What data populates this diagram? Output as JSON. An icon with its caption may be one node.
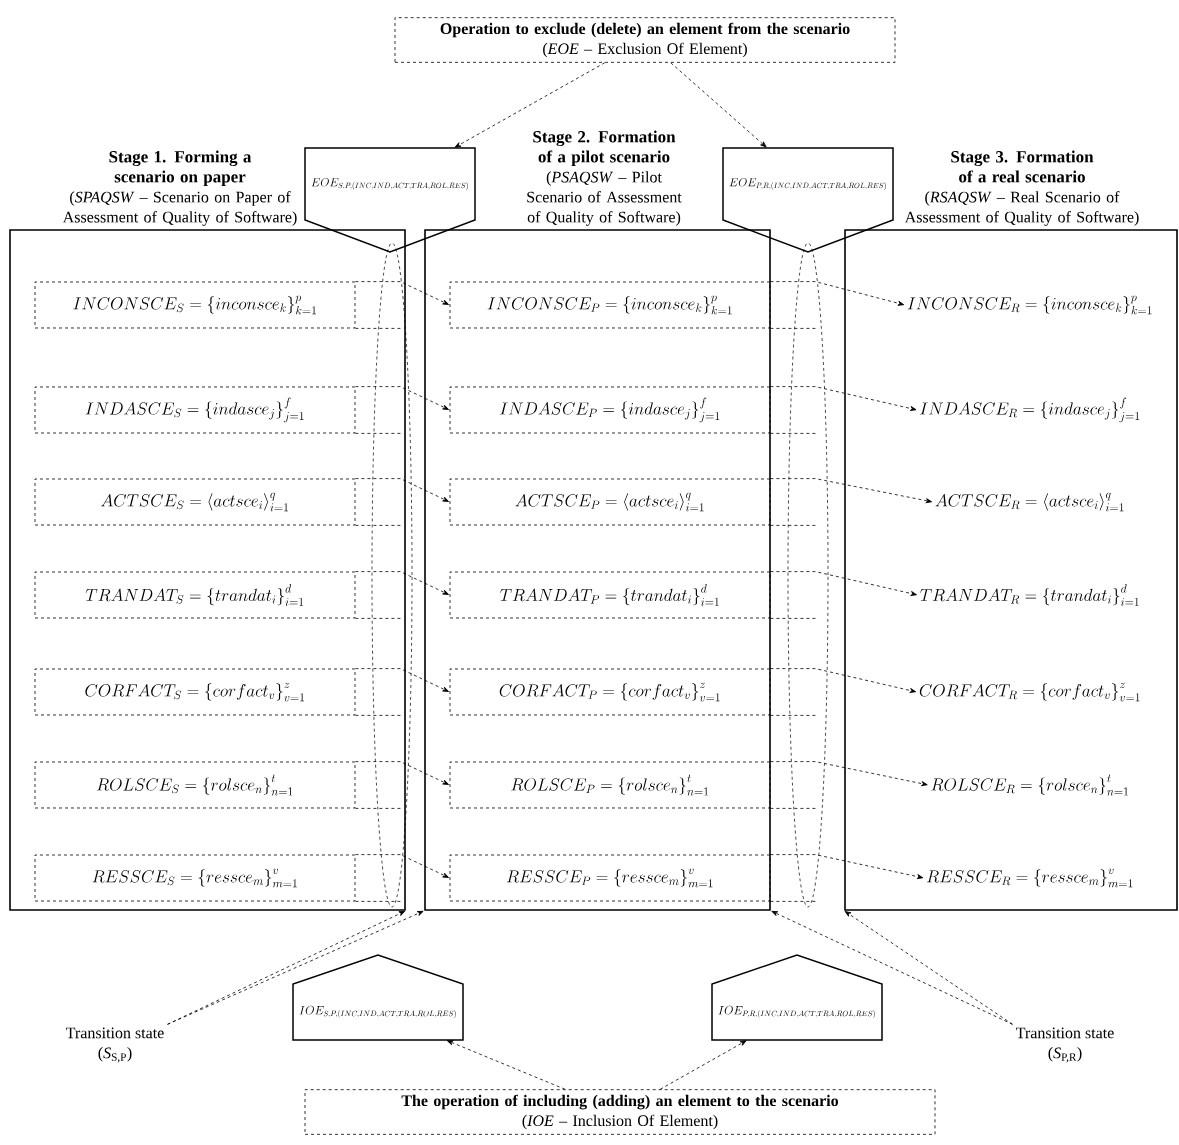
{
  "diagram": {
    "nodes": [
      {
        "text": [
          "Operation to exclude (delete) an element from the scenario",
          "(*EOE* – Exclusion Of Element)"
        ]
      },
      {
        "text": [
          "Stage 1. Forming a scenario on paper",
          "(*SPAQSW* – Scenario on Paper of Assessment of Quality of Software)"
        ]
      },
      {
        "text": [
          "INCONSCE_S = \\left\\{ inconsce_k \\right\\}_{k=1}^{p}"
        ],
        "in": 1
      },
      {
        "text": [
          "INDASCE_S = \\left\\{ indasce_j \\right\\}_{j=1}^{f}"
        ],
        "in": 1
      },
      {
        "text": [
          "ACTSCE_S = \\left\\langle actsce_i \\right\\rangle_{i=1}^{q}"
        ],
        "in": 1
      },
      {
        "text": [
          "TRANDAT_S = \\left\\{ trandat_i \\right\\}_{i=1}^{d}"
        ],
        "in": 1
      },
      {
        "text": [
          "CORFACT_S = \\left\\{ corfact_v \\right\\}_{v=1}^{z}"
        ],
        "in": 1
      },
      {
        "text": [
          "ROLSCE_S = \\left\\{ rolsce_n \\right\\}_{n=1}^{t}"
        ],
        "in": 1
      },
      {
        "text": [
          "RESSCE_S = \\left\\{ ressce_m \\right\\}_{m=1}^{v}"
        ],
        "in": 1
      },
      {
        "text": [
          "Stage 2. Formation of a pilot scenario",
          "(*PSAQSW* – Pilot Scenario of Assessment of Quality of Software)"
        ]
      },
      {
        "text": [
          "INCONSCE_P = \\left\\{ inconsce_k \\right\\}_{k=1}^{p}"
        ],
        "in": 9
      },
      {
        "text": [
          "INDASCE_P = \\left\\{ indasce_j \\right\\}_{j=1}^{f}"
        ],
        "in": 9
      },
      {
        "text": [
          "ACTSCE_P = \\left\\langle actsce_i \\right\\rangle_{i=1}^{q}"
        ],
        "in": 9
      },
      {
        "text": [
          "TRANDAT_P = \\left\\{ trandat_i \\right\\}_{i=1}^{d}"
        ],
        "in": 9
      },
      {
        "text": [
          "CORFACT_P = \\left\\{ corfact_v \\right\\}_{v=1}^{z}"
        ],
        "in": 9
      },
      {
        "text": [
          "ROLSCE_P = \\left\\{ rolsce_n \\right\\}_{n=1}^{t}"
        ],
        "in": 9
      },
      {
        "text": [
          "RESSCE_P = \\left\\{ ressce_m \\right\\}_{m=1}^{v}"
        ],
        "in": 9
      },
      {
        "text": [
          "Stage 3. Formation of a real scenario",
          "(*RSAQSW* – Real Scenario of Assessment of Quality of Software)"
        ]
      },
      {
        "text": [
          "INCONSCE_R = \\left\\{ inconsce_k \\right\\}_{k=1}^{p}"
        ],
        "in": 17
      },
      {
        "text": [
          "INDASCE_R = \\left\\{ indasce_j \\right\\}_{j=1}^{f}"
        ],
        "in": 17
      },
      {
        "text": [
          "ACTSCE_R = \\left\\langle actsce_i \\right\\rangle_{i=1}^{q}"
        ],
        "in": 17
      },
      {
        "text": [
          "TRANDAT_R = \\left\\{ trandat_i \\right\\}_{i=1}^{d}"
        ],
        "in": 17
      },
      {
        "text": [
          "CORFACT_R = \\left\\{ corfact_v \\right\\}_{v=1}^{z}"
        ],
        "in": 17
      },
      {
        "text": [
          "ROLSCE_R = \\left\\{ rolsce_n \\right\\}_{n=1}^{t}"
        ],
        "in": 17
      },
      {
        "text": [
          "RESSCE_R = \\left\\{ ressce_m \\right\\}_{m=1}^{v}"
        ],
        "in": 17
      },
      {
        "text": [
          "EOE_{S,P,(INC,IND,ACT,TRA,ROL,RES)}"
        ]
      },
      {
        "text": [
          "EOE_{P,R,(INC,IND,ACT,TRA,ROL,RES)}"
        ]
      },
      {
        "text": [
          "IOE_{S,P,(INC,IND,ACT,TRA,ROL,RES)}"
        ]
      },
      {
        "text": [
          "IOE_{P,R,(INC,IND,ACT,TRA,ROL,RES)}"
        ]
      },
      {
        "text": [
          "Transition state",
          "(*S*$_{S,P}$)"
        ]
      },
      {
        "text": [
          "Transition state",
          "(*S*$_{P,R}$)"
        ]
      },
      {
        "text": [
          "The operation of including (adding) an element to the scenario",
          "(*IOE* – Inclusion Of Element)"
        ]
      }
    ],
    "edges": [
      {
        "from": 0,
        "to": 25,
        "arrow": "to",
        "style": "dashed"
      },
      {
        "from": 0,
        "to": 26,
        "arrow": "to",
        "style": "dashed"
      },
      {
        "from": 31,
        "to": 27,
        "arrow": "to",
        "style": "dashed"
      },
      {
        "from": 31,
        "to": 28,
        "arrow": "to",
        "style": "dashed"
      },
      {
        "from": 29,
        "to": 1,
        "arrow": "to",
        "style": "dashed"
      },
      {
        "from": 29,
        "to": 9,
        "arrow": "to",
        "style": "dashed"
      },
      {
        "from": 30,
        "to": 9,
        "arrow": "to",
        "style": "dashed"
      },
      {
        "from": 30,
        "to": 17,
        "arrow": "to",
        "style": "dashed"
      },
      {
        "from": 2,
        "to": 10,
        "arrow": "to",
        "style": "dashed"
      },
      {
        "from": 3,
        "to": 11,
        "arrow": "to",
        "style": "dashed"
      },
      {
        "from": 4,
        "to": 12,
        "arrow": "to",
        "style": "dashed"
      },
      {
        "from": 5,
        "to": 13,
        "arrow": "to",
        "style": "dashed"
      },
      {
        "from": 6,
        "to": 14,
        "arrow": "to",
        "style": "dashed"
      },
      {
        "from": 7,
        "to": 15,
        "arrow": "to",
        "style": "dashed"
      },
      {
        "from": 8,
        "to": 16,
        "arrow": "to",
        "style": "dashed"
      },
      {
        "from": 10,
        "to": 18,
        "arrow": "to",
        "style": "dashed"
      },
      {
        "from": 11,
        "to": 19,
        "arrow": "to",
        "style": "dashed"
      },
      {
        "from": 12,
        "to": 20,
        "arrow": "to",
        "style": "dashed"
      },
      {
        "from": 13,
        "to": 21,
        "arrow": "to",
        "style": "dashed"
      },
      {
        "from": 14,
        "to": 22,
        "arrow": "to",
        "style": "dashed"
      },
      {
        "from": 15,
        "to": 23,
        "arrow": "to",
        "style": "dashed"
      },
      {
        "from": 16,
        "to": 24,
        "arrow": "to",
        "style": "dashed"
      }
    ]
  }
}
